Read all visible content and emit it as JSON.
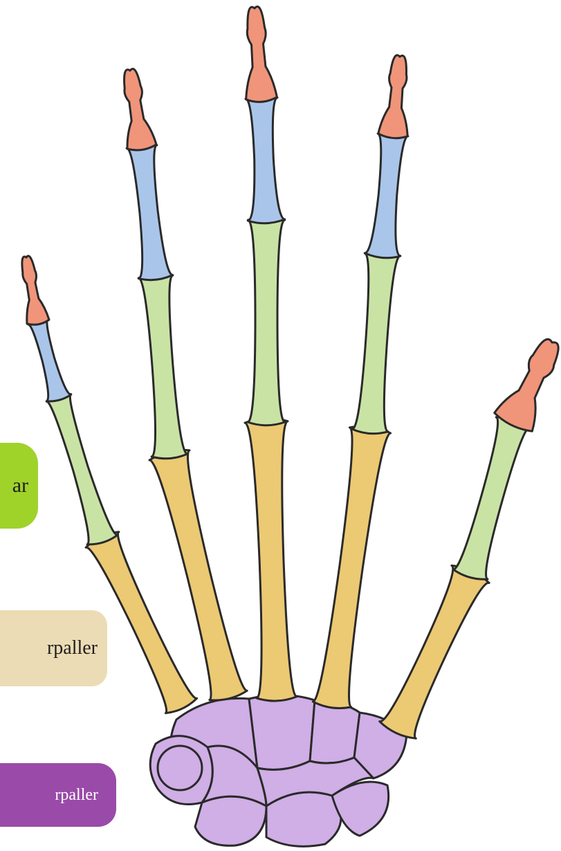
{
  "diagram": {
    "bone_colors": {
      "distal_phalanges": "#f0957a",
      "middle_phalanges": "#a9c6ea",
      "proximal_phalanges": "#c9e3a5",
      "metacarpals": "#ecc973",
      "carpals": "#d0aee6"
    },
    "labels": [
      {
        "text": "ar",
        "color": "#9fd32a"
      },
      {
        "text": "rpaller",
        "color": "#ecdcb5"
      },
      {
        "text": "rpaller",
        "color": "#9a4aa8"
      }
    ]
  }
}
